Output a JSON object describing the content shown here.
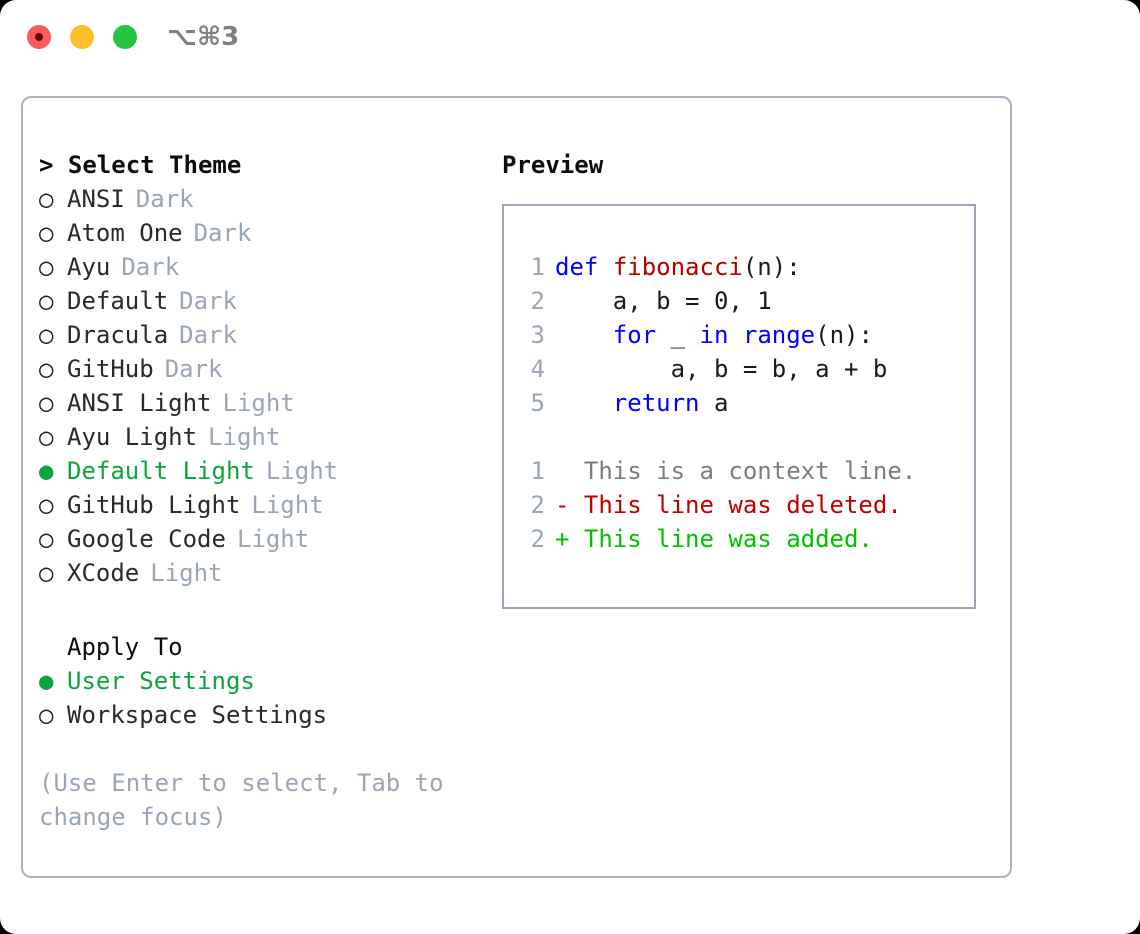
{
  "window": {
    "title": "⌥⌘3",
    "traffic_lights": [
      "close-red",
      "minimize-amber",
      "maximize-green"
    ]
  },
  "theme_list": {
    "header": "> Select Theme",
    "items": [
      {
        "marker": "○",
        "label": "ANSI",
        "tag": "Dark",
        "selected": false
      },
      {
        "marker": "○",
        "label": "Atom One",
        "tag": "Dark",
        "selected": false
      },
      {
        "marker": "○",
        "label": "Ayu",
        "tag": "Dark",
        "selected": false
      },
      {
        "marker": "○",
        "label": "Default",
        "tag": "Dark",
        "selected": false
      },
      {
        "marker": "○",
        "label": "Dracula",
        "tag": "Dark",
        "selected": false
      },
      {
        "marker": "○",
        "label": "GitHub",
        "tag": "Dark",
        "selected": false
      },
      {
        "marker": "○",
        "label": "ANSI Light",
        "tag": "Light",
        "selected": false
      },
      {
        "marker": "○",
        "label": "Ayu Light",
        "tag": "Light",
        "selected": false
      },
      {
        "marker": "●",
        "label": "Default Light",
        "tag": "Light",
        "selected": true
      },
      {
        "marker": "○",
        "label": "GitHub Light",
        "tag": "Light",
        "selected": false
      },
      {
        "marker": "○",
        "label": "Google Code",
        "tag": "Light",
        "selected": false
      },
      {
        "marker": "○",
        "label": "XCode",
        "tag": "Light",
        "selected": false
      }
    ]
  },
  "apply_to": {
    "header": "Apply To",
    "items": [
      {
        "marker": "●",
        "label": "User Settings",
        "selected": true
      },
      {
        "marker": "○",
        "label": "Workspace Settings",
        "selected": false
      }
    ]
  },
  "hint": "(Use Enter to select, Tab to change focus)",
  "preview": {
    "title": "Preview",
    "code_lines": [
      {
        "no": "1",
        "tokens": [
          {
            "t": "def",
            "c": "kw"
          },
          {
            "t": " ",
            "c": "src"
          },
          {
            "t": "fibonacci",
            "c": "fn"
          },
          {
            "t": "(n):",
            "c": "src"
          }
        ]
      },
      {
        "no": "2",
        "tokens": [
          {
            "t": "    a, b = 0, 1",
            "c": "src"
          }
        ]
      },
      {
        "no": "3",
        "tokens": [
          {
            "t": "    ",
            "c": "src"
          },
          {
            "t": "for",
            "c": "kw"
          },
          {
            "t": " _ ",
            "c": "src"
          },
          {
            "t": "in",
            "c": "kw"
          },
          {
            "t": " ",
            "c": "src"
          },
          {
            "t": "range",
            "c": "kw"
          },
          {
            "t": "(n):",
            "c": "src"
          }
        ]
      },
      {
        "no": "4",
        "tokens": [
          {
            "t": "        a, b = b, a + b",
            "c": "src"
          }
        ]
      },
      {
        "no": "5",
        "tokens": [
          {
            "t": "    ",
            "c": "src"
          },
          {
            "t": "return",
            "c": "kw"
          },
          {
            "t": " a",
            "c": "src"
          }
        ]
      }
    ],
    "diff_lines": [
      {
        "no": "1",
        "text": "  This is a context line.",
        "kind": "diff-ctx"
      },
      {
        "no": "2",
        "text": "- This line was deleted.",
        "kind": "diff-del"
      },
      {
        "no": "2",
        "text": "+ This line was added.",
        "kind": "diff-add"
      }
    ]
  },
  "colors": {
    "accent_green": "#0aa63c",
    "muted_grey": "#9aa5b5",
    "keyword_blue": "#0000ff",
    "function_red": "#b40000",
    "diff_delete": "#c00000",
    "diff_add": "#00c000",
    "panel_border": "#aab3c0"
  }
}
